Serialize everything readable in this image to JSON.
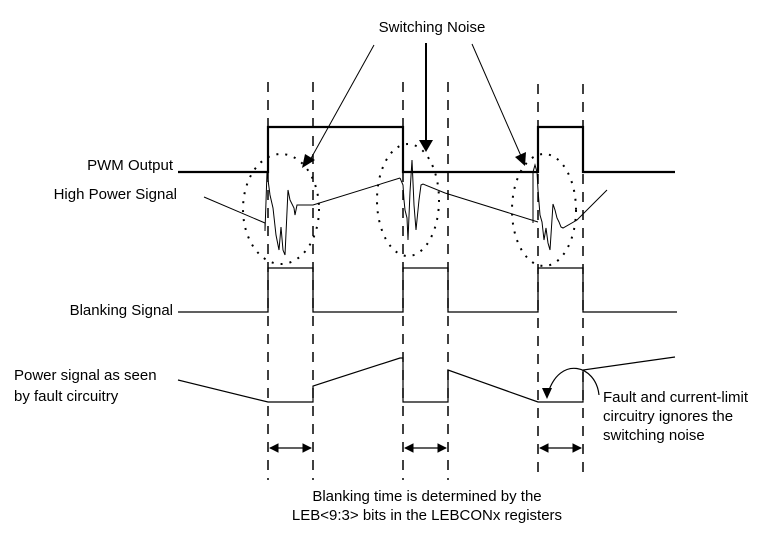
{
  "diagram": {
    "title": "Switching Noise",
    "signals": {
      "pwm_output": "PWM Output",
      "high_power_signal": "High Power Signal",
      "blanking_signal": "Blanking Signal",
      "power_signal_seen_line1": "Power signal as seen",
      "power_signal_seen_line2": "by fault circuitry"
    },
    "annotations": {
      "fault_ignores_line1": "Fault and current-limit",
      "fault_ignores_line2": "circuitry ignores the",
      "fault_ignores_line3": "switching noise",
      "blanking_time_line1": "Blanking time is determined by the",
      "blanking_time_line2": "LEB<9:3> bits in the LEBCONx registers"
    },
    "colors": {
      "line": "#000000",
      "background": "#ffffff"
    }
  }
}
